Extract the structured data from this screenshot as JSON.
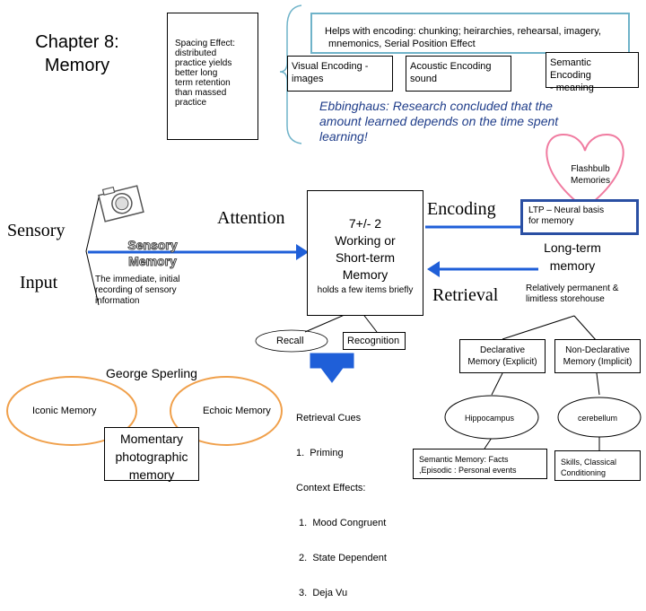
{
  "title": {
    "line1": "Chapter 8:",
    "line2": "Memory"
  },
  "spacing_effect": {
    "lines": [
      "Spacing Effect:",
      "distributed",
      "practice yields",
      "better long",
      "term retention",
      "than massed",
      "practice"
    ]
  },
  "encoding_helps": {
    "line1": "Helps with encoding:  chunking; heirarchies, rehearsal, imagery,",
    "line2": "mnemonics, Serial Position Effect"
  },
  "visual_encoding": {
    "line1": "Visual Encoding -",
    "line2": "images"
  },
  "acoustic_encoding": {
    "line1": "Acoustic Encoding",
    "line2": "sound"
  },
  "semantic_encoding": {
    "line1": "Semantic Encoding",
    "line2": "- meaning"
  },
  "ebbinghaus": {
    "line1": "Ebbinghaus:  Research concluded that the",
    "line2": "amount learned depends on the time spent",
    "line3": "learning!"
  },
  "flashbulb": {
    "line1": "Flashbulb",
    "line2": "Memories"
  },
  "sensory_input": {
    "line1": "Sensory",
    "line2": "Input"
  },
  "sensory_memory": {
    "line1": "Sensory",
    "line2": "Memory",
    "desc1": "The immediate, initial",
    "desc2": "recording of sensory",
    "desc3": "information"
  },
  "attention": "Attention",
  "working_memory": {
    "line1": "7+/- 2",
    "line2": "Working or",
    "line3": "Short-term",
    "line4": "Memory",
    "desc": "holds a few items briefly"
  },
  "encoding_label": "Encoding",
  "retrieval_label": "Retrieval",
  "ltp": {
    "line1": "LTP – Neural basis",
    "line2": "for memory"
  },
  "long_term": {
    "line1": "Long-term",
    "line2": "memory",
    "desc1": "Relatively permanent &",
    "desc2": "limitless storehouse"
  },
  "recall": "Recall",
  "recognition": "Recognition",
  "george_sperling": "George Sperling",
  "iconic_memory": "Iconic Memory",
  "echoic_memory": "Echoic Memory",
  "momentary": {
    "line1": "Momentary",
    "line2": "photographic",
    "line3": "memory"
  },
  "retrieval_cues": {
    "lines": [
      "Retrieval Cues",
      "1.  Priming",
      "Context Effects:",
      " 1.  Mood Congruent",
      " 2.  State Dependent",
      " 3.  Deja Vu"
    ]
  },
  "declarative": {
    "line1": "Declarative",
    "line2": "Memory (Explicit)"
  },
  "non_declarative": {
    "line1": "Non-Declarative",
    "line2": "Memory (Implicit)"
  },
  "hippocampus": "Hippocampus",
  "cerebellum": "cerebellum",
  "semantic_episodic": {
    "line1": "Semantic Memory: Facts",
    "line2": ",Episodic :  Personal events"
  },
  "skills": {
    "line1": "Skills, Classical",
    "line2": "Conditioning"
  },
  "colors": {
    "arrow_blue": "#1f5fd8",
    "heart_pink": "#f07ba0",
    "oval_orange": "#f0a04b",
    "teal_border": "#6fb3c9",
    "ltp_blue": "#2a4fa3"
  }
}
